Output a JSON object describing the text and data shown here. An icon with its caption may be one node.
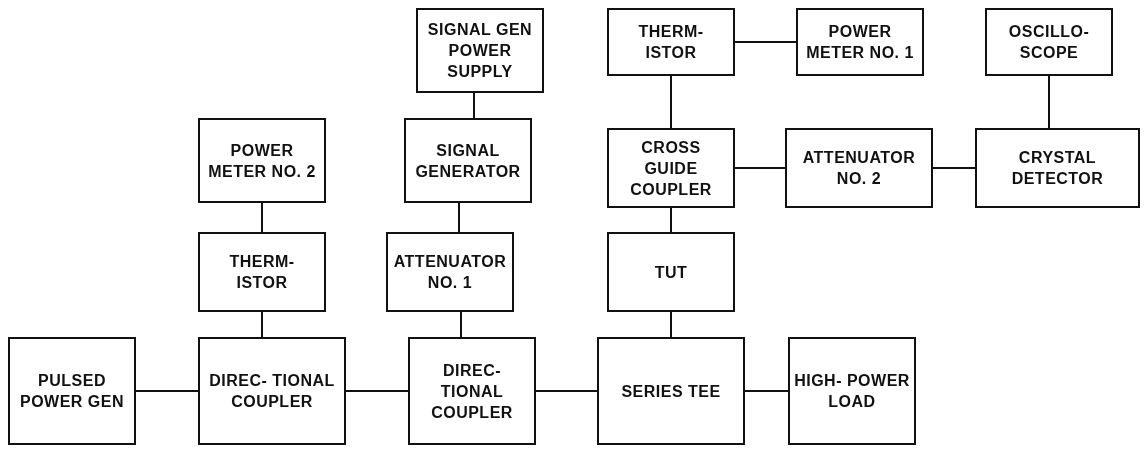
{
  "diagram": {
    "nodes": [
      {
        "text": [
          "SIGNAL GEN POWER SUPPLY"
        ]
      },
      {
        "text": [
          "THERM- ISTOR"
        ]
      },
      {
        "text": [
          "POWER METER NO. 1"
        ]
      },
      {
        "text": [
          "OSCILLO- SCOPE"
        ]
      },
      {
        "text": [
          "POWER METER NO. 2"
        ]
      },
      {
        "text": [
          "SIGNAL GENERATOR"
        ]
      },
      {
        "text": [
          "CROSS GUIDE COUPLER"
        ]
      },
      {
        "text": [
          "ATTENUATOR NO. 2"
        ]
      },
      {
        "text": [
          "CRYSTAL DETECTOR"
        ]
      },
      {
        "text": [
          "THERM- ISTOR"
        ]
      },
      {
        "text": [
          "ATTENUATOR NO. 1"
        ]
      },
      {
        "text": [
          "TUT"
        ]
      },
      {
        "text": [
          "PULSED POWER GEN"
        ]
      },
      {
        "text": [
          "DIREC- TIONAL COUPLER"
        ]
      },
      {
        "text": [
          "DIREC- TIONAL COUPLER"
        ]
      },
      {
        "text": [
          "SERIES TEE"
        ]
      },
      {
        "text": [
          "HIGH- POWER LOAD"
        ]
      }
    ],
    "edges": [
      {
        "from": 0,
        "to": 5,
        "arrow": "none"
      },
      {
        "from": 1,
        "to": 2,
        "arrow": "none"
      },
      {
        "from": 1,
        "to": 6,
        "arrow": "none"
      },
      {
        "from": 3,
        "to": 8,
        "arrow": "none"
      },
      {
        "from": 4,
        "to": 9,
        "arrow": "none"
      },
      {
        "from": 5,
        "to": 10,
        "arrow": "none"
      },
      {
        "from": 6,
        "to": 7,
        "arrow": "none"
      },
      {
        "from": 7,
        "to": 8,
        "arrow": "none"
      },
      {
        "from": 6,
        "to": 11,
        "arrow": "none"
      },
      {
        "from": 9,
        "to": 13,
        "arrow": "none"
      },
      {
        "from": 10,
        "to": 14,
        "arrow": "none"
      },
      {
        "from": 11,
        "to": 15,
        "arrow": "none"
      },
      {
        "from": 12,
        "to": 13,
        "arrow": "none"
      },
      {
        "from": 13,
        "to": 14,
        "arrow": "none"
      },
      {
        "from": 14,
        "to": 15,
        "arrow": "none"
      },
      {
        "from": 15,
        "to": 16,
        "arrow": "none"
      }
    ]
  }
}
